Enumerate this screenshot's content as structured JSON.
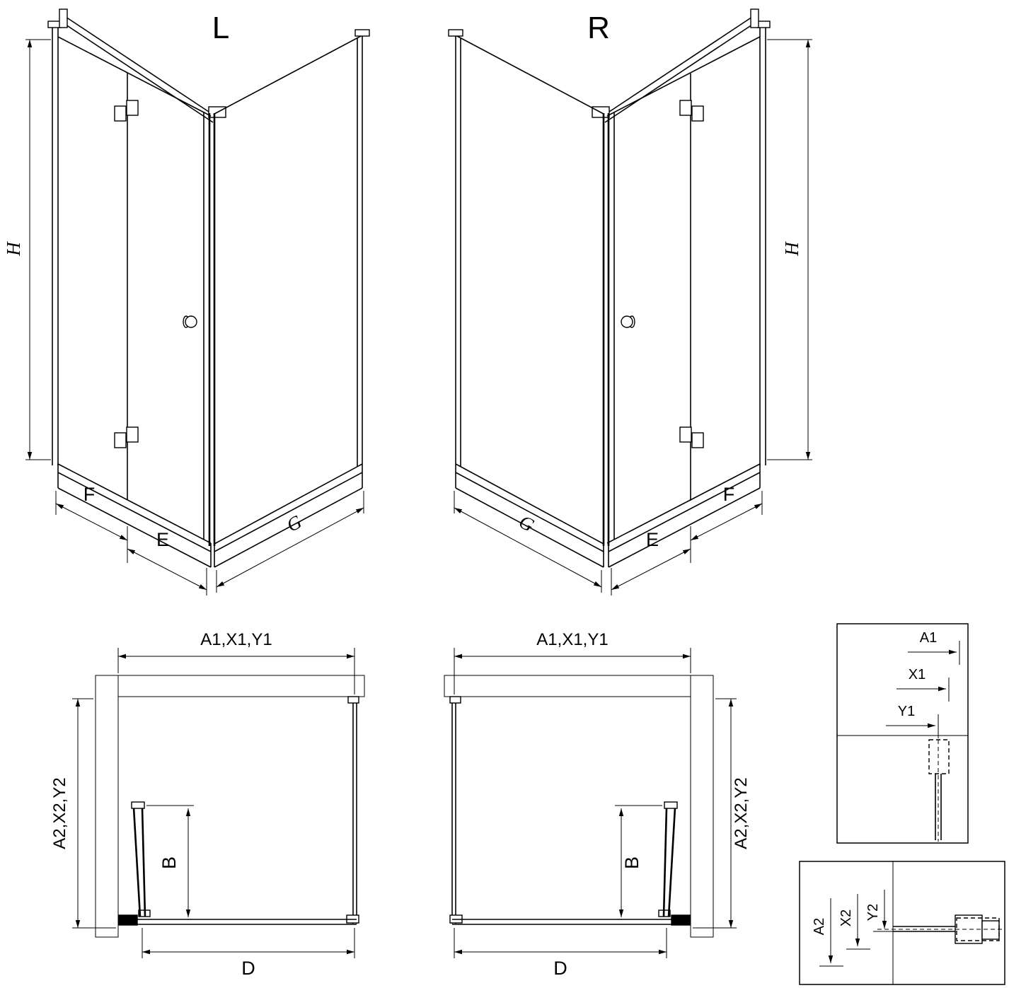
{
  "drawing": {
    "subject": "Corner shower enclosure with bi-fold door - dimensional diagram, left and right variants",
    "background": "#ffffff",
    "line_color": "#000000"
  },
  "views": {
    "perspective_left": {
      "variant": "L",
      "dims": {
        "height": "H",
        "panel_f": "F",
        "panel_e": "E",
        "panel_g": "G"
      }
    },
    "perspective_right": {
      "variant": "R",
      "dims": {
        "height": "H",
        "panel_f": "F",
        "panel_e": "E",
        "panel_g": "G"
      }
    },
    "plan_left": {
      "dims": {
        "width_group": "A1,X1,Y1",
        "depth_group": "A2,X2,Y2",
        "door_projection": "B",
        "opening_width": "D"
      }
    },
    "plan_right": {
      "dims": {
        "width_group": "A1,X1,Y1",
        "depth_group": "A2,X2,Y2",
        "door_projection": "B",
        "opening_width": "D"
      }
    },
    "detail_width": {
      "dims": {
        "a1": "A1",
        "x1": "X1",
        "y1": "Y1"
      }
    },
    "detail_depth": {
      "dims": {
        "a2": "A2",
        "x2": "X2",
        "y2": "Y2"
      }
    }
  }
}
